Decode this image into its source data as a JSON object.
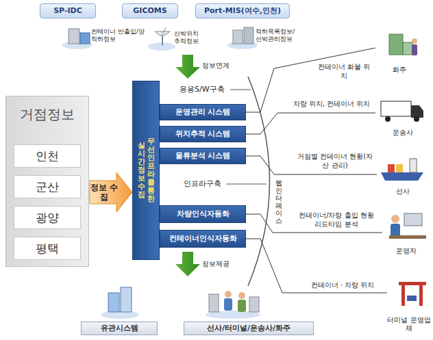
{
  "diagram": {
    "nodes": [
      {
        "text": [
          "SP-IDC"
        ]
      },
      {
        "text": [
          "GICOMS"
        ]
      },
      {
        "text": [
          "Port-MIS(여수,인천)"
        ]
      },
      {
        "text": [
          "거점정보"
        ]
      },
      {
        "text": [
          "인천"
        ],
        "in": 3
      },
      {
        "text": [
          "군산"
        ],
        "in": 3
      },
      {
        "text": [
          "광양"
        ],
        "in": 3
      },
      {
        "text": [
          "평택"
        ],
        "in": 3
      },
      {
        "text": [
          "정보 수집"
        ]
      },
      {
        "text": [
          "무선 인프라를 통한",
          "실시간 정보 수집"
        ]
      },
      {
        "text": [
          "운영관리 시스템"
        ]
      },
      {
        "text": [
          "위치추적 시스템"
        ]
      },
      {
        "text": [
          "물류분석 시스템"
        ]
      },
      {
        "text": [
          "차량인식자동화"
        ]
      },
      {
        "text": [
          "컨테이너인식자동화"
        ]
      },
      {
        "text": [
          "유관시스템"
        ]
      },
      {
        "text": [
          "선사/터미널/운송사/화주"
        ]
      },
      {
        "text": [
          "화주"
        ]
      },
      {
        "text": [
          "운송사"
        ]
      },
      {
        "text": [
          "선사"
        ]
      },
      {
        "text": [
          "운영자"
        ]
      },
      {
        "text": [
          "터미널 운영업체"
        ]
      }
    ],
    "edges": [
      {
        "from": 10,
        "to": 17,
        "label": "컨테이너 화물 위치",
        "arrow": "none"
      },
      {
        "from": 11,
        "to": 18,
        "label": "차량 위치, 컨테이너 위치",
        "arrow": "none"
      },
      {
        "from": 12,
        "to": 19,
        "label": "거점별 컨테이너 현황(자산 관리)",
        "arrow": "none"
      },
      {
        "from": 13,
        "to": 20,
        "label": "컨테이너/차량 출입 현황 리드타임 분석",
        "arrow": "none"
      },
      {
        "from": 14,
        "to": 21,
        "label": "컨테이너 · 차량 위치",
        "arrow": "none"
      }
    ],
    "labels": [
      "컨테이너 반출입/양적하정보",
      "선박위치 추적정보",
      "적하목록정보/ 선박관리정보",
      "정보연계",
      "응용S/W구축",
      "인프라구축",
      "웹 인터페이스",
      "정보제공"
    ]
  }
}
